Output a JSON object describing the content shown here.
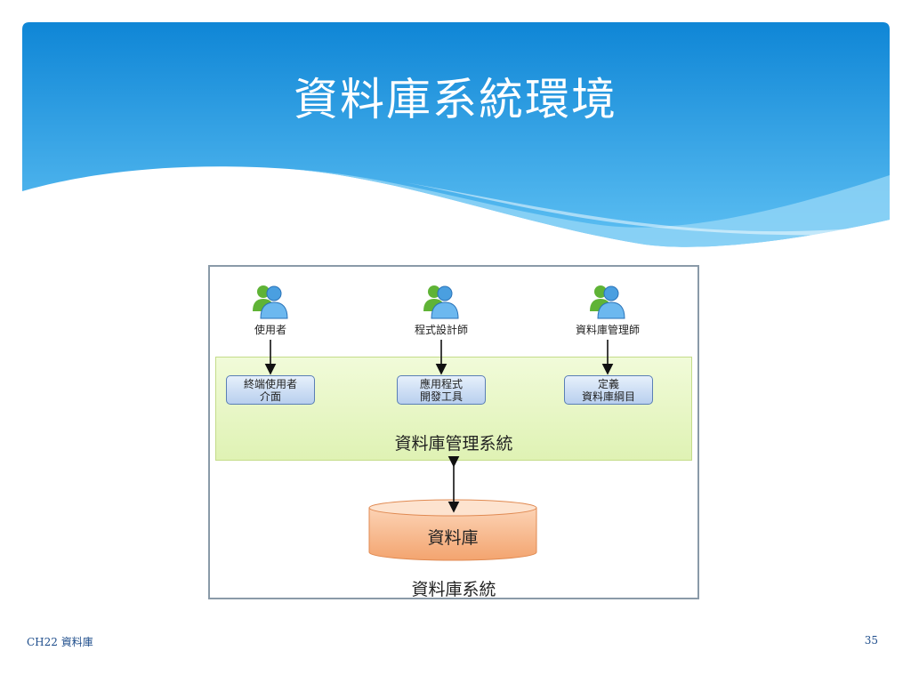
{
  "slide": {
    "title": "資料庫系統環境",
    "footer_left": "CH22 資料庫",
    "page_number": "35"
  },
  "colors": {
    "header_top": "#1188d8",
    "header_bottom": "#57bdf2",
    "dbms_fill": "#e6f6c4",
    "tool_fill": "#c8dbf3",
    "db_fill": "#f6b88e",
    "footer_text": "#1f4e8c"
  },
  "diagram": {
    "users": [
      {
        "label": "使用者",
        "icon": "users-icon"
      },
      {
        "label": "程式設計師",
        "icon": "users-icon"
      },
      {
        "label": "資料庫管理師",
        "icon": "users-icon"
      }
    ],
    "tools": [
      {
        "line1": "終端使用者",
        "line2": "介面"
      },
      {
        "line1": "應用程式",
        "line2": "開發工具"
      },
      {
        "line1": "定義",
        "line2": "資料庫綱目"
      }
    ],
    "dbms_label": "資料庫管理系統",
    "database_label": "資料庫",
    "system_label": "資料庫系統"
  }
}
